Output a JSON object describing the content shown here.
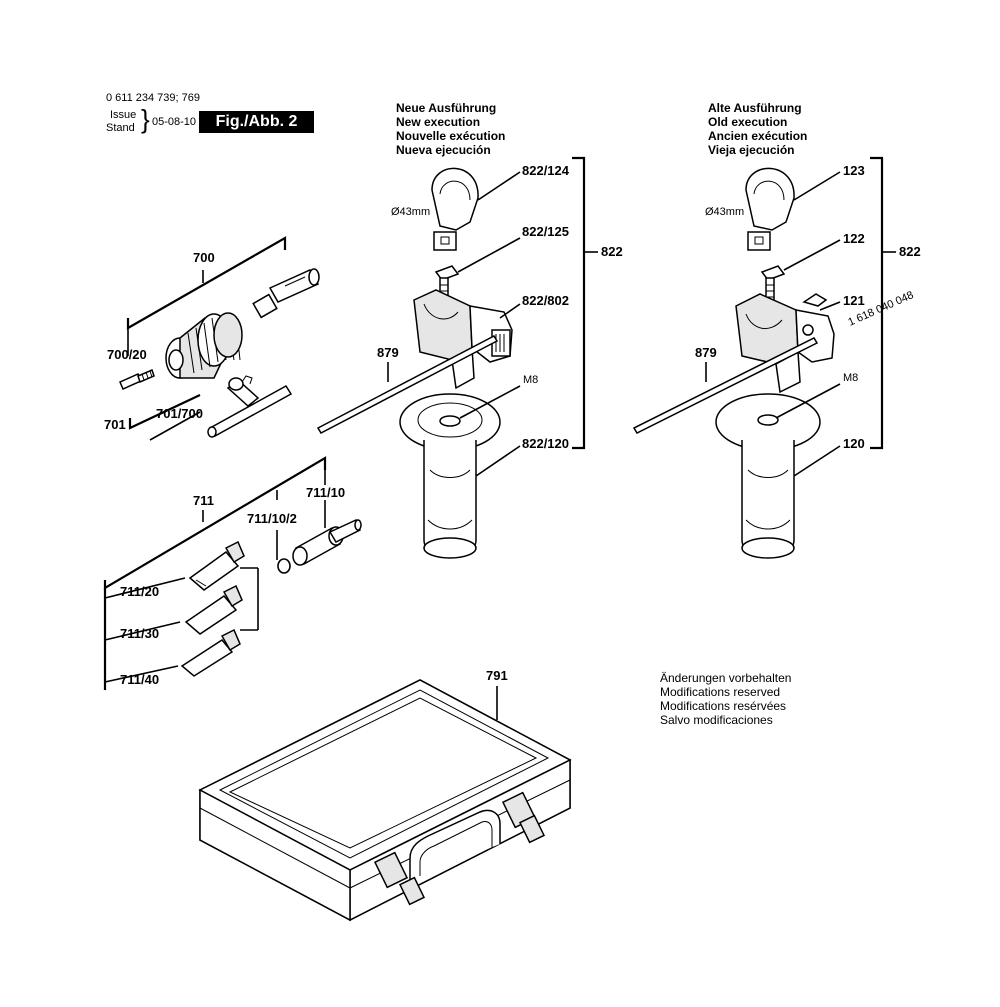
{
  "header": {
    "part_numbers": "0 611 234 739; 769",
    "issue_label": "Issue",
    "stand_label": "Stand",
    "date": "05-08-10",
    "figure": "Fig./Abb. 2"
  },
  "new_execution": [
    "Neue Ausführung",
    "New execution",
    "Nouvelle exécution",
    "Nueva ejecución"
  ],
  "old_execution": [
    "Alte Ausführung",
    "Old execution",
    "Ancien exécution",
    "Vieja ejecución"
  ],
  "notes": [
    "Änderungen vorbehalten",
    "Modifications reserved",
    "Modifications resérvées",
    "Salvo modificaciones"
  ],
  "labels": {
    "p700": "700",
    "p700_20": "700/20",
    "p701": "701",
    "p701_700": "701/700",
    "p711": "711",
    "p711_10": "711/10",
    "p711_10_2": "711/10/2",
    "p711_20": "711/20",
    "p711_30": "711/30",
    "p711_40": "711/40",
    "p822_124": "822/124",
    "p822_125": "822/125",
    "p822_802": "822/802",
    "p822_120": "822/120",
    "p822_new": "822",
    "p879_new": "879",
    "dia_new": "Ø43mm",
    "m8_new": "M8",
    "p123": "123",
    "p122": "122",
    "p121": "121",
    "p1618": "1 618 040 048",
    "p120": "120",
    "p822_old": "822",
    "p879_old": "879",
    "dia_old": "Ø43mm",
    "m8_old": "M8",
    "p791": "791"
  }
}
